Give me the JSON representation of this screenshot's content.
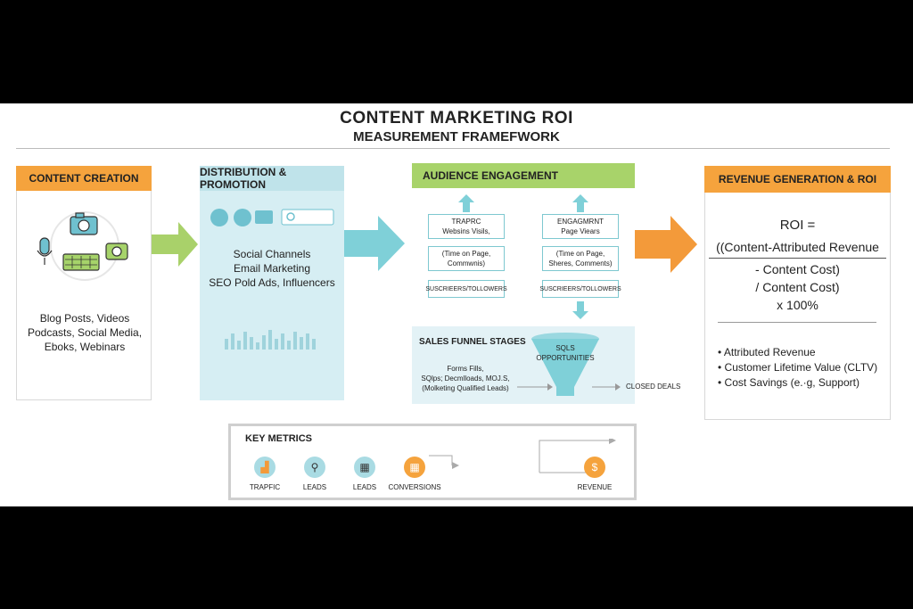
{
  "title": {
    "line1": "CONTENT MARKETING ROI",
    "line2": "MEASUREMENT FRAMEFWORK"
  },
  "content_creation": {
    "header": "CONTENT CREATION",
    "lines": [
      "Blog Posts, Videos",
      "Podcasts, Social Media,",
      "Eboks, Webinars"
    ]
  },
  "distribution": {
    "header": "DISTRIBUTION & PROMOTION",
    "lines": [
      "Social Channels",
      "Email Marketing",
      "SEO Pold Ads, Influencers"
    ]
  },
  "engagement": {
    "header": "AUDIENCE ENGAGEMENT",
    "left": {
      "box1": [
        "TRAPRC",
        "Websins Visils,"
      ],
      "box2": [
        "(Time on Page,",
        "Commwnis)"
      ],
      "box3": "SUSCRIEERS/TOLLOWERS"
    },
    "right": {
      "box1": [
        "ENGAGMRNT",
        "Page Viears"
      ],
      "box2": [
        "(Time on Page,",
        "Sheres, Comments)"
      ],
      "box3": "SUSCRIEERS/TOLLOWERS"
    }
  },
  "funnel": {
    "header": "SALES FUNNEL STAGES",
    "lines": [
      "Forms Fills,",
      "SQlps; Decmlloads, MOJ.S,",
      "(Molketing Qualified Leads)"
    ],
    "funnel_top": "SQLS",
    "funnel_mid": "OPPORTUNITIES",
    "closed": "CLOSED DEALS"
  },
  "revenue": {
    "header": "REVENUE GENERATION & ROI",
    "formula": [
      "ROI =",
      "((Content-Attributed Revenue",
      "- Content Cost)",
      "/ Content Cost)",
      "x 100%"
    ],
    "bullets": [
      "Attributed Revenue",
      "Customer Lifetime Value (CLTV)",
      "Cost Savings (e.·g, Support)"
    ]
  },
  "key_metrics": {
    "header": "KEY METRICS",
    "items": [
      "TRAPFIC",
      "LEADS",
      "LEADS",
      "CONVERSIONS",
      "REVENUE"
    ]
  },
  "colors": {
    "orange": "#f5a33d",
    "teal": "#cfeaf0",
    "green": "#a8d36a",
    "arrow_green": "#a9d16a",
    "arrow_teal": "#7fd0d8",
    "arrow_orange": "#f39a3a"
  }
}
